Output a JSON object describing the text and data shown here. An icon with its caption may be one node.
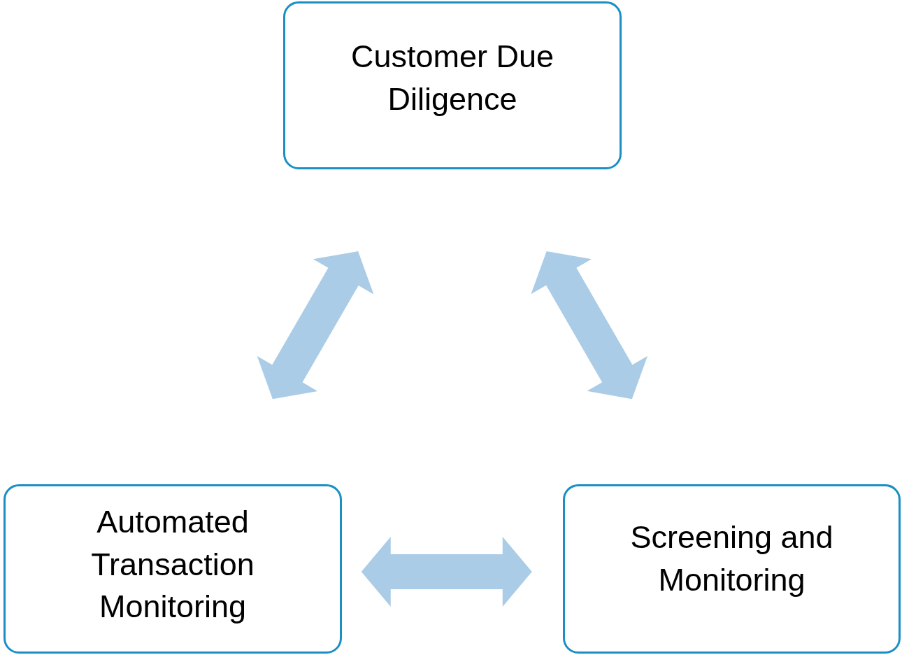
{
  "diagram": {
    "nodes": [
      {
        "text": [
          "Customer Due Diligence"
        ]
      },
      {
        "text": [
          "Automated Transaction Monitoring"
        ]
      },
      {
        "text": [
          "Screening and Monitoring"
        ]
      }
    ],
    "edges": [
      {
        "from": 0,
        "to": 1,
        "arrow": "both"
      },
      {
        "from": 0,
        "to": 2,
        "arrow": "both"
      },
      {
        "from": 1,
        "to": 2,
        "arrow": "both"
      }
    ]
  }
}
